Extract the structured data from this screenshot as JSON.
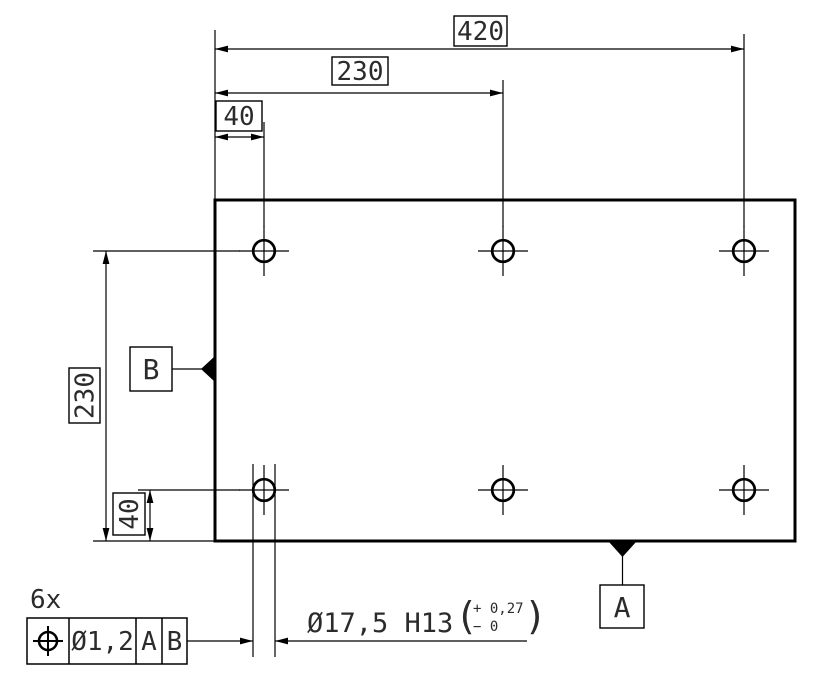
{
  "drawing": {
    "type": "technical-dimension-drawing",
    "colors": {
      "line": "#000000",
      "text": "#2b2b2b",
      "background": "#ffffff"
    },
    "dims": {
      "top_overall": "420",
      "top_mid": "230",
      "top_first": "40",
      "left_overall": "230",
      "left_first": "40"
    },
    "datum_a": {
      "label": "A"
    },
    "datum_b": {
      "label": "B"
    },
    "fcf": {
      "count": "6x",
      "symbol_icon": "position-tolerance-icon",
      "tolerance": "Ø1,2",
      "datum1": "A",
      "datum2": "B"
    },
    "callout": {
      "size": "Ø17,5 H13",
      "paren_open": "(",
      "tol_upper": "+ 0,27",
      "tol_lower": "− 0",
      "paren_close": ")"
    }
  }
}
